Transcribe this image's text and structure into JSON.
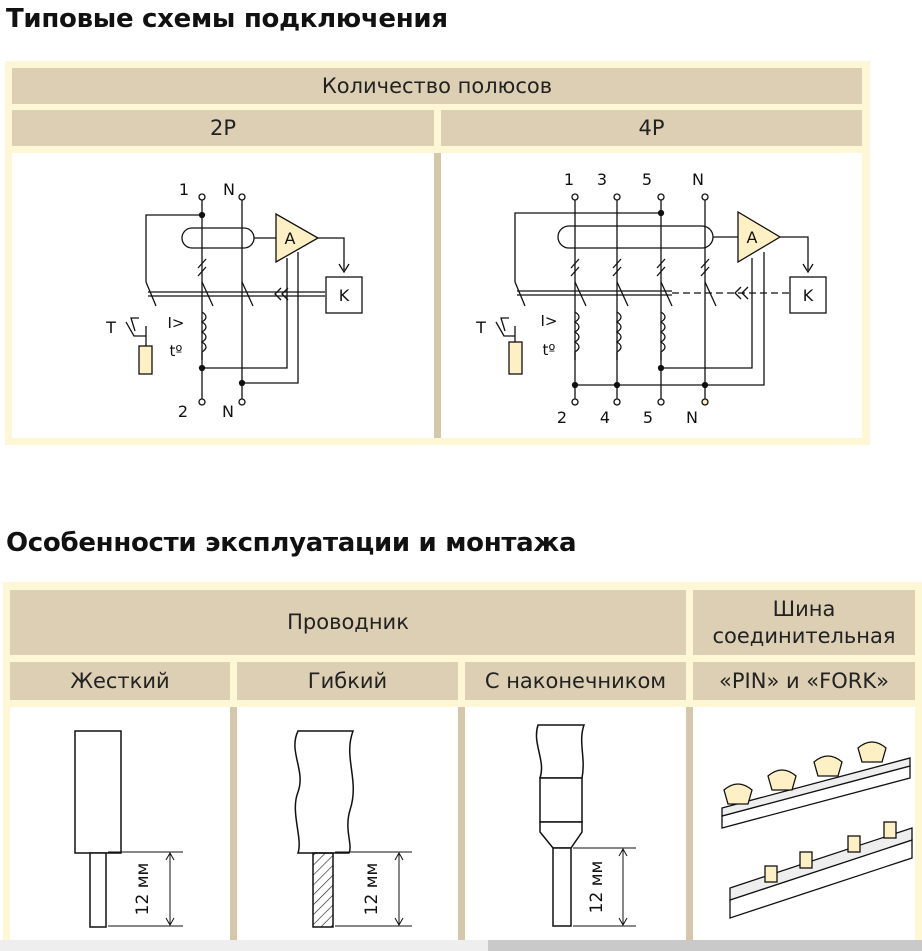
{
  "section1": {
    "title": "Типовые схемы подключения",
    "header": "Количество полюсов",
    "col_2p": "2P",
    "col_4p": "4P",
    "diagram_2p": {
      "top_terminals": [
        "1",
        "N"
      ],
      "bottom_terminals": [
        "2",
        "N"
      ],
      "amplifier": "A",
      "relay": "K",
      "test": "T",
      "overcurrent": "I>",
      "thermal": "tº"
    },
    "diagram_4p": {
      "top_terminals": [
        "1",
        "3",
        "5",
        "N"
      ],
      "bottom_terminals": [
        "2",
        "4",
        "5",
        "N"
      ],
      "amplifier": "A",
      "relay": "K",
      "test": "T",
      "overcurrent": "I>",
      "thermal": "tº"
    }
  },
  "section2": {
    "title": "Особенности эксплуатации и монтажа",
    "header_conductor": "Проводник",
    "header_busbar": "Шина соединительная",
    "col_rigid": "Жесткий",
    "col_flexible": "Гибкий",
    "col_ferrule": "С наконечником",
    "col_pinfork": "«PIN» и «FORK»",
    "strip_length": "12 мм"
  },
  "colors": {
    "frame": "#fdf7d6",
    "header": "#ddcfb3",
    "ferrule_fill": "#fdf0c4"
  }
}
